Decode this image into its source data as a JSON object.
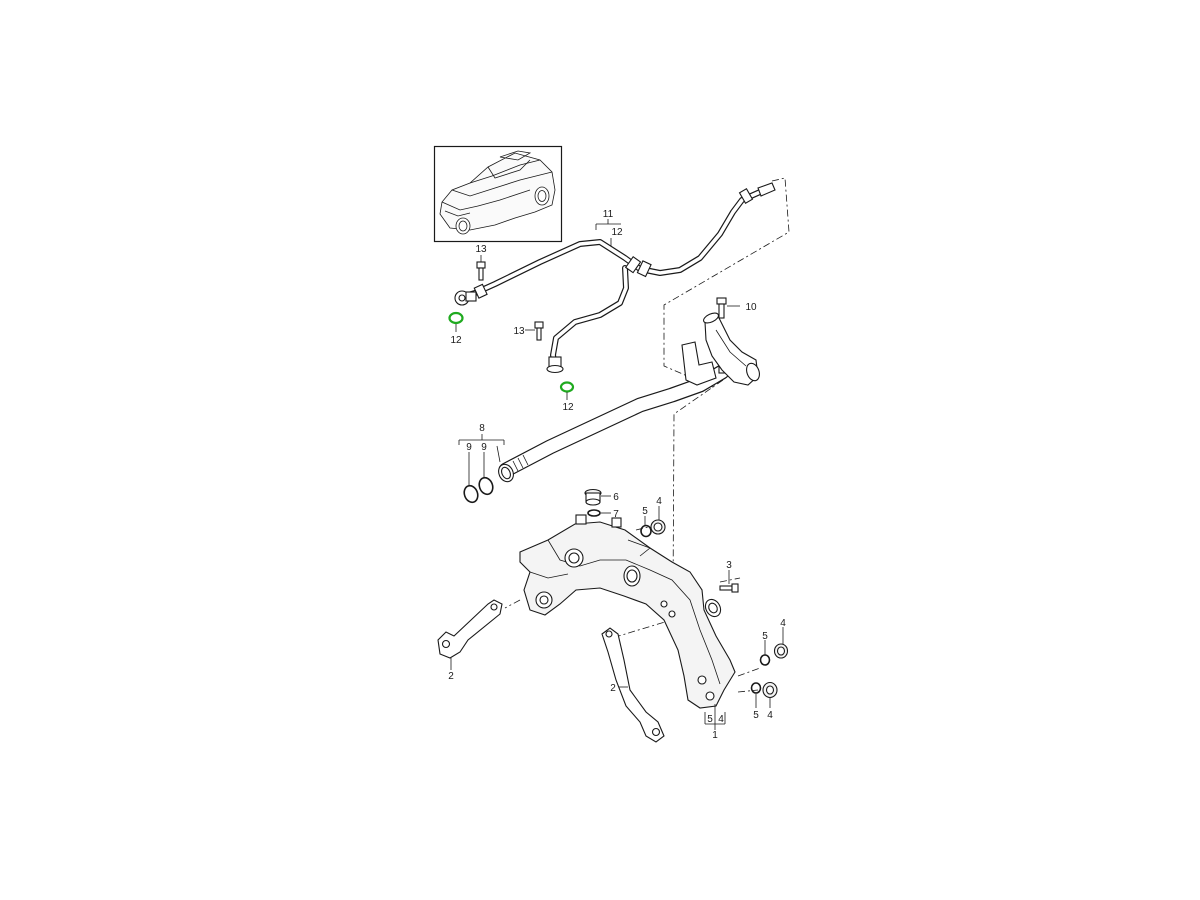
{
  "diagram": {
    "colors": {
      "line": "#1a1a1a",
      "background": "#ffffff",
      "highlight": "#1faa1f"
    },
    "callouts": {
      "c1": "1",
      "c2a": "2",
      "c2b": "2",
      "c3": "3",
      "c4a": "4",
      "c4b": "4",
      "c4c": "4",
      "c4d": "4",
      "c5a": "5",
      "c5b": "5",
      "c5c": "5",
      "c5d": "5",
      "c6": "6",
      "c7": "7",
      "c8": "8",
      "c9a": "9",
      "c9b": "9",
      "c10": "10",
      "c11": "11",
      "c12a": "12",
      "c12b": "12",
      "c12c": "12",
      "c13a": "13",
      "c13b": "13"
    }
  }
}
